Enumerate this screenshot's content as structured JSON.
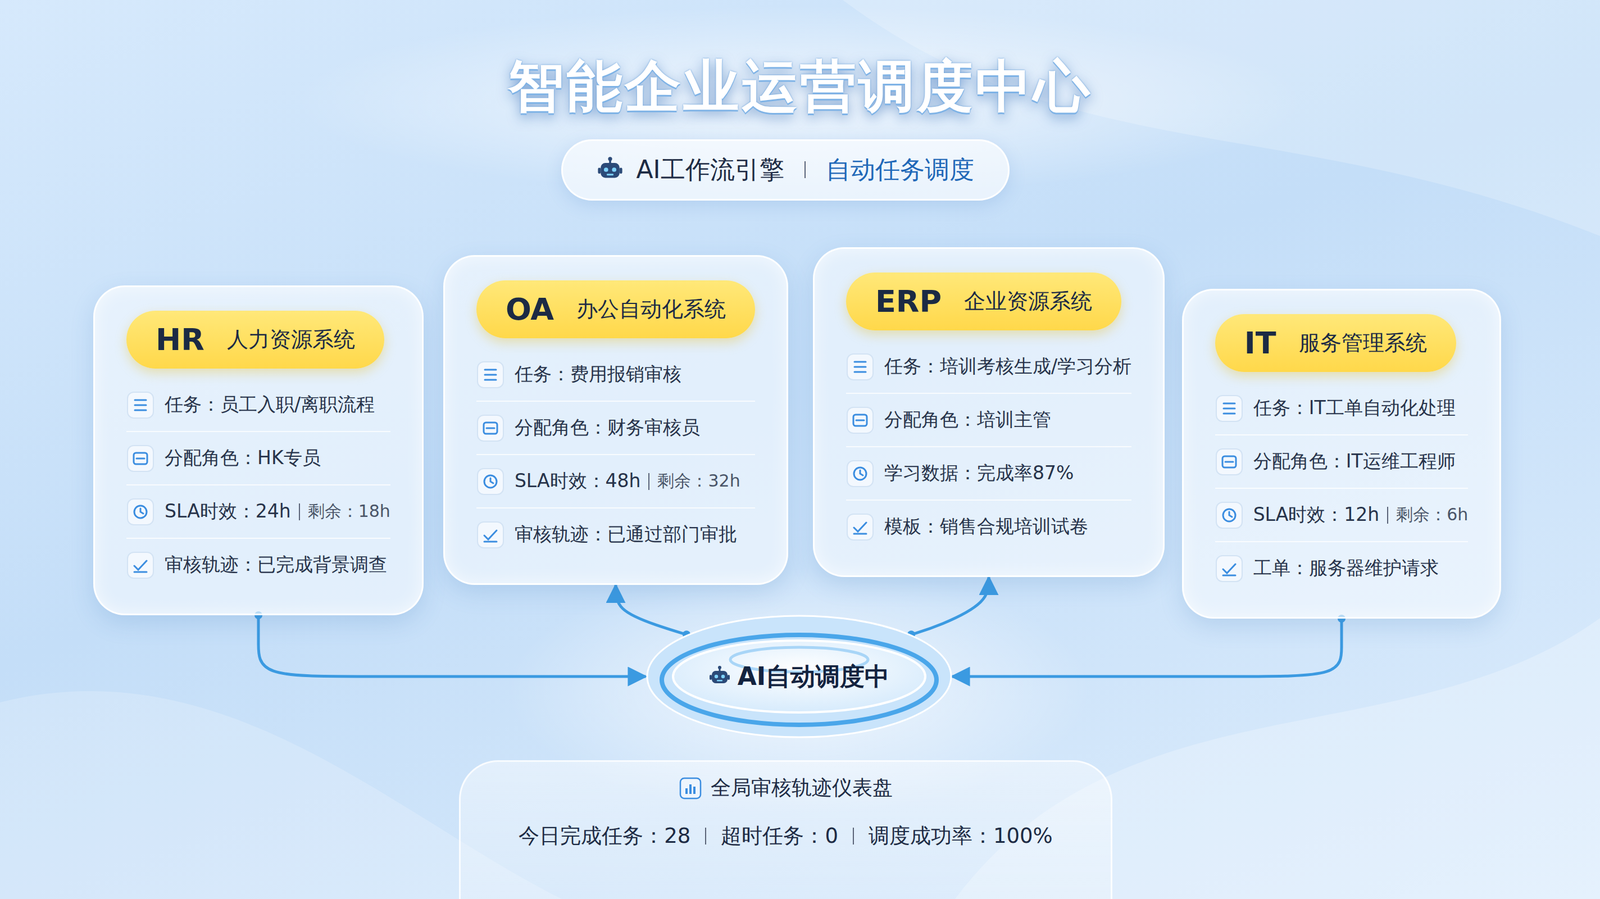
{
  "diagram": {
    "title": "智能企业运营调度中心",
    "nodes": [
      {
        "text": [
          "AI工作流引擎",
          "自动任务调度"
        ]
      },
      {
        "text": [
          "任务：员工入职/离职流程",
          "分配角色：HK专员",
          "SLA时效：24h",
          "剩余：18h",
          "审核轨迹：已完成背景调查"
        ]
      },
      {
        "text": [
          "HR",
          "人力资源系统"
        ],
        "in": 1
      },
      {
        "text": [
          "任务：费用报销审核",
          "分配角色：财务审核员",
          "SLA时效：48h",
          "剩余：32h",
          "审核轨迹：已通过部门审批"
        ]
      },
      {
        "text": [
          "OA",
          "办公自动化系统"
        ],
        "in": 3
      },
      {
        "text": [
          "任务：培训考核生成/学习分析",
          "分配角色：培训主管",
          "学习数据：完成率87%",
          "模板：销售合规培训试卷"
        ]
      },
      {
        "text": [
          "ERP",
          "企业资源系统"
        ],
        "in": 5
      },
      {
        "text": [
          "任务：IT工单自动化处理",
          "分配角色：IT运维工程师",
          "SLA时效：12h",
          "剩余：6h",
          "工单：服务器维护请求"
        ]
      },
      {
        "text": [
          "IT",
          "服务管理系统"
        ],
        "in": 7
      },
      {
        "text": [
          "AI自动调度中"
        ]
      },
      {
        "text": [
          "全局审核轨迹仪表盘",
          "今日完成任务：28",
          "超时任务：0",
          "调度成功率：100%"
        ]
      }
    ],
    "edges": [
      {
        "from": 1,
        "to": 9,
        "arrow": "to"
      },
      {
        "from": 9,
        "to": 3,
        "arrow": "to"
      },
      {
        "from": 9,
        "to": 5,
        "arrow": "to"
      },
      {
        "from": 7,
        "to": 9,
        "arrow": "to"
      }
    ]
  }
}
